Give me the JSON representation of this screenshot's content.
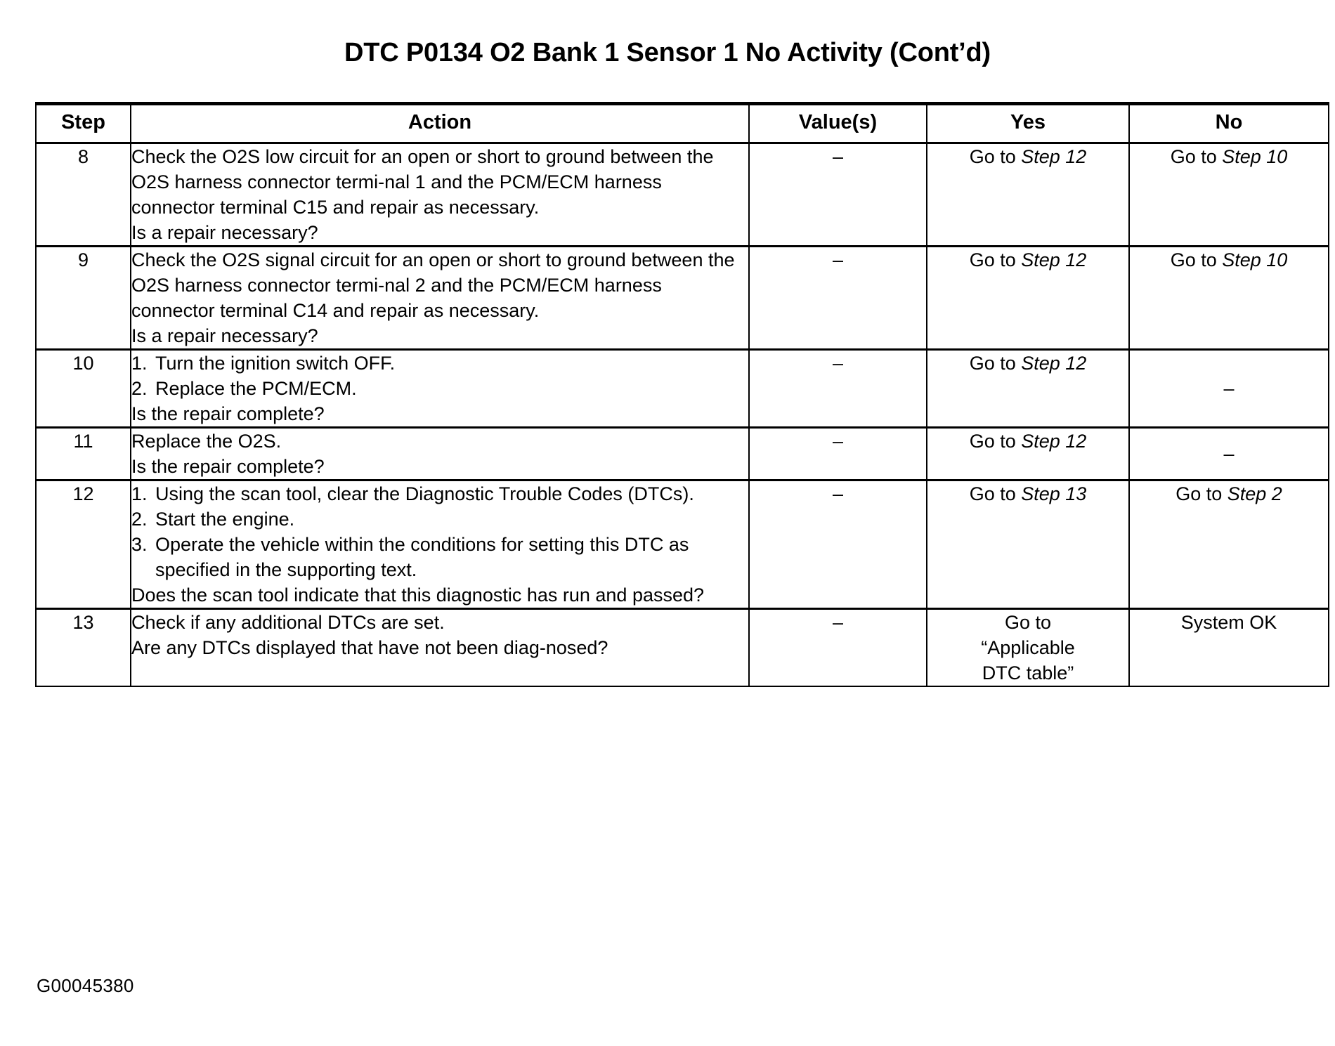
{
  "document": {
    "title": "DTC P0134 O2 Bank 1 Sensor 1 No Activity (Cont’d)",
    "figure_id": "G00045380"
  },
  "table": {
    "headers": {
      "step": "Step",
      "action": "Action",
      "value": "Value(s)",
      "yes": "Yes",
      "no": "No"
    },
    "rows": [
      {
        "step": "8",
        "action_lines": [
          "Check the O2S low circuit for an open or short to ground between the O2S harness connector termi-nal 1 and the PCM/ECM harness connector terminal C15 and repair as necessary.",
          "Is a repair necessary?"
        ],
        "value": "–",
        "yes_prefix": "Go to ",
        "yes_italic": "Step 12",
        "no_prefix": "Go to ",
        "no_italic": "Step 10"
      },
      {
        "step": "9",
        "action_lines": [
          "Check the O2S signal circuit for an open or short to ground between the O2S harness connector termi-nal 2 and the PCM/ECM harness connector terminal C14 and repair as necessary.",
          "Is a repair necessary?"
        ],
        "value": "–",
        "yes_prefix": "Go to ",
        "yes_italic": "Step 12",
        "no_prefix": "Go to ",
        "no_italic": "Step 10"
      },
      {
        "step": "10",
        "numbered": [
          {
            "num": "1.",
            "text": "Turn the ignition switch OFF."
          },
          {
            "num": "2.",
            "text": "Replace the PCM/ECM."
          }
        ],
        "action_lines": [
          "Is the repair complete?"
        ],
        "value": "–",
        "yes_prefix": "Go to ",
        "yes_italic": "Step 12",
        "no_plain": "–"
      },
      {
        "step": "11",
        "action_lines": [
          "Replace the O2S.",
          "Is the repair complete?"
        ],
        "value": "–",
        "yes_prefix": "Go to ",
        "yes_italic": "Step 12",
        "no_plain": "–"
      },
      {
        "step": "12",
        "numbered": [
          {
            "num": "1.",
            "text": "Using the scan tool, clear the Diagnostic Trouble Codes (DTCs)."
          },
          {
            "num": "2.",
            "text": "Start the engine."
          },
          {
            "num": "3.",
            "text": "Operate the vehicle within the conditions for setting this DTC as specified in the supporting text."
          }
        ],
        "action_lines": [
          "Does the scan tool indicate that this diagnostic has run and passed?"
        ],
        "value": "–",
        "yes_prefix": "Go to ",
        "yes_italic": "Step 13",
        "no_prefix": "Go to ",
        "no_italic": "Step 2"
      },
      {
        "step": "13",
        "action_lines": [
          "Check if any additional DTCs are set.",
          "Are any DTCs displayed that have not been diag-nosed?"
        ],
        "value": "–",
        "yes_multiline": "Go to\n“Applicable\nDTC table”",
        "no_plain": "System OK"
      }
    ]
  }
}
